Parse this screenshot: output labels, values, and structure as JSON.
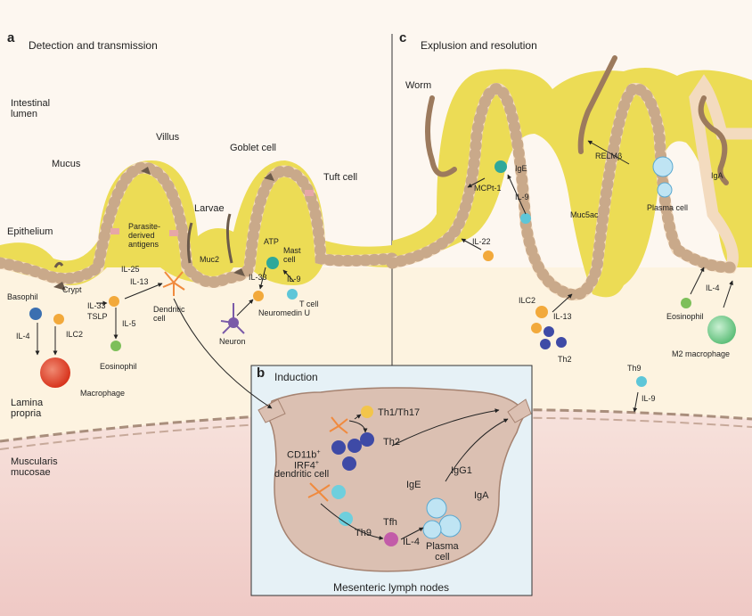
{
  "panel_a": {
    "letter": "a",
    "title": "Detection and transmission"
  },
  "panel_b": {
    "letter": "b",
    "title": "Induction",
    "footer": "Mesenteric lymph nodes"
  },
  "panel_c": {
    "letter": "c",
    "title": "Explusion and resolution"
  },
  "regions": {
    "lumen": "Intestinal\nlumen",
    "lamina": "Lamina\npropria",
    "muscularis": "Muscularis\nmucosae"
  },
  "labels_a": {
    "mucus": "Mucus",
    "villus": "Villus",
    "goblet": "Goblet cell",
    "tuft": "Tuft cell",
    "epithelium": "Epithelium",
    "crypt": "Crypt",
    "larvae": "Larvae",
    "muc2": "Muc2",
    "parasite": "Parasite-\nderived\nantigens",
    "atp": "ATP",
    "mast": "Mast\ncell",
    "il25": "IL-25",
    "il13": "IL-13",
    "il33a": "IL-33",
    "tslp": "TSLP",
    "il5": "IL-5",
    "il33b": "IL-33",
    "il9": "IL-9",
    "tcell": "T cell",
    "dendritic": "Dendritic\ncell",
    "basophil": "Basophil",
    "il4": "IL-4",
    "ilc2": "ILC2",
    "eosinophil": "Eosinophil",
    "macrophage": "Macrophage",
    "neuromedin": "Neuromedin U",
    "neuron": "Neuron"
  },
  "labels_b": {
    "th1": "Th1/Th17",
    "th2": "Th2",
    "cd11b": "CD11b",
    "cd11b_sup": "+",
    "irf4": "IRF4",
    "irf4_sup": "+",
    "dc": "dendritic cell",
    "igg1": "IgG1",
    "ige": "IgE",
    "iga": "IgA",
    "tfh": "Tfh",
    "th9": "Th9",
    "il4": "IL-4",
    "plasma": "Plasma\ncell"
  },
  "labels_c": {
    "worm": "Worm",
    "ige": "IgE",
    "mcpt": "MCPt-1",
    "il9": "IL-9",
    "relm": "RELMβ",
    "iga": "IgA",
    "plasma": "Plasma cell",
    "muc5ac": "Muc5ac",
    "il22": "IL-22",
    "ilc2": "ILC2",
    "il13": "IL-13",
    "th2": "Th2",
    "il4": "IL-4",
    "eosinophil": "Eosinophil",
    "m2": "M2 macrophage",
    "th9": "Th9",
    "il9b": "IL-9"
  },
  "colors": {
    "mucus": "#ecdc55",
    "epithelium": "#f6e1c9",
    "lumen_bg": "#fdf7f0",
    "lamina_bg": "#fdf4e2",
    "muscle": "#f3d6d2",
    "node": "#dbc0b2",
    "box": "#e6f1f6"
  }
}
